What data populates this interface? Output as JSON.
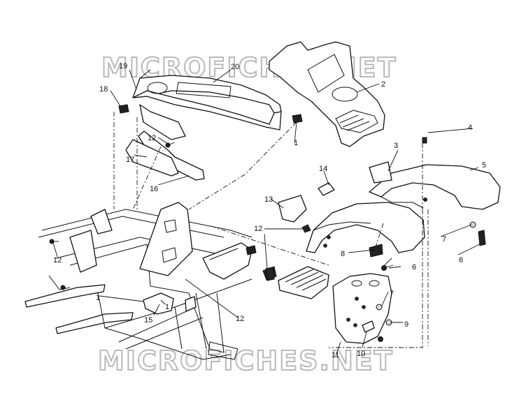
{
  "watermark": {
    "top": "MICROFICHES.NET",
    "bottom": "MICROFICHES.NET"
  },
  "callouts": {
    "c1_top": "1",
    "c1_left": "1",
    "c1_center": "1",
    "c2": "2",
    "c3": "3",
    "c4": "4",
    "c5": "5",
    "c6_right": "6",
    "c6_lower": "6",
    "c7_upper": "7",
    "c7_lower": "7",
    "c8": "8",
    "c9": "9",
    "c10": "10",
    "c11": "11",
    "c12_cover": "12",
    "c12_fender": "12",
    "c12_left": "12",
    "c12_frame": "12",
    "c13": "13",
    "c14": "14",
    "c15": "15",
    "c16": "16",
    "c17": "17",
    "c18": "18",
    "c19": "19",
    "c20": "20"
  }
}
